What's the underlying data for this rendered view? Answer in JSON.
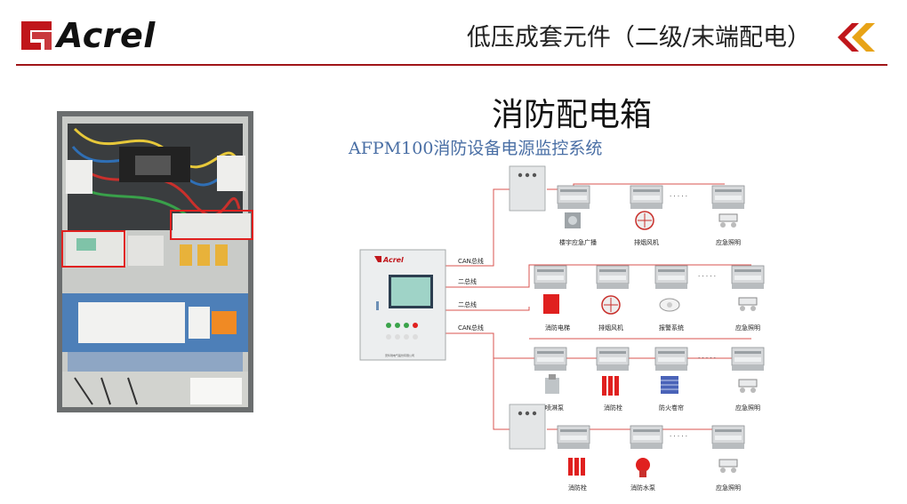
{
  "brand": {
    "name": "Acrel"
  },
  "header": {
    "title": "低压成套元件（二级/末端配电）"
  },
  "slide": {
    "title": "消防配电箱",
    "system_title": "AFPM100消防设备电源监控系统"
  },
  "photo": {
    "description_icon": "distribution-cabinet-photo"
  },
  "diagram": {
    "host": {
      "brand": "Acrel",
      "footer": "安科瑞电气股份有限公司"
    },
    "bus_labels": [
      "CAN总线",
      "二总线",
      "二总线",
      "CAN总线"
    ],
    "ellipsis": "· · · · ·",
    "row1_labels": [
      "楼宇应急广播",
      "排烟风机",
      "应急照明"
    ],
    "row2_labels": [
      "消防电梯",
      "排烟风机",
      "报警系统",
      "应急照明"
    ],
    "row3_labels": [
      "喷淋泵",
      "消防栓",
      "防火卷帘",
      "应急照明"
    ],
    "row4_labels": [
      "消防栓",
      "消防水泵",
      "应急照明"
    ]
  },
  "colors": {
    "accent_red": "#a01518",
    "wire_red": "#d9534f",
    "system_blue": "#4a6fa5"
  }
}
